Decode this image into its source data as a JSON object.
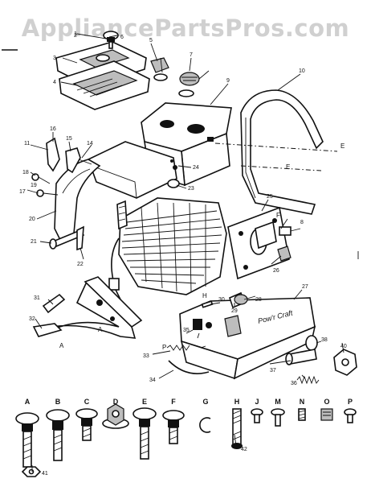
{
  "watermark": "AppliancePartsPros.com",
  "callouts": [
    "1",
    "2",
    "3",
    "4",
    "5",
    "6",
    "7",
    "8",
    "9",
    "10",
    "11",
    "14",
    "15",
    "16",
    "17",
    "18",
    "19",
    "20",
    "21",
    "22",
    "23",
    "24",
    "25",
    "26",
    "27",
    "28",
    "29",
    "30",
    "31",
    "32",
    "33",
    "34",
    "35",
    "36",
    "37",
    "38",
    "40",
    "41",
    "42"
  ],
  "letter_marks": [
    "E",
    "E",
    "A",
    "A",
    "F",
    "P",
    "H"
  ],
  "fasteners": [
    {
      "code": "A"
    },
    {
      "code": "B"
    },
    {
      "code": "C"
    },
    {
      "code": "D"
    },
    {
      "code": "E"
    },
    {
      "code": "F"
    },
    {
      "code": "G"
    },
    {
      "code": "H"
    },
    {
      "code": "J"
    },
    {
      "code": "M"
    },
    {
      "code": "N"
    },
    {
      "code": "O"
    },
    {
      "code": "P"
    }
  ],
  "cover_brand": "Pow'r Craft"
}
